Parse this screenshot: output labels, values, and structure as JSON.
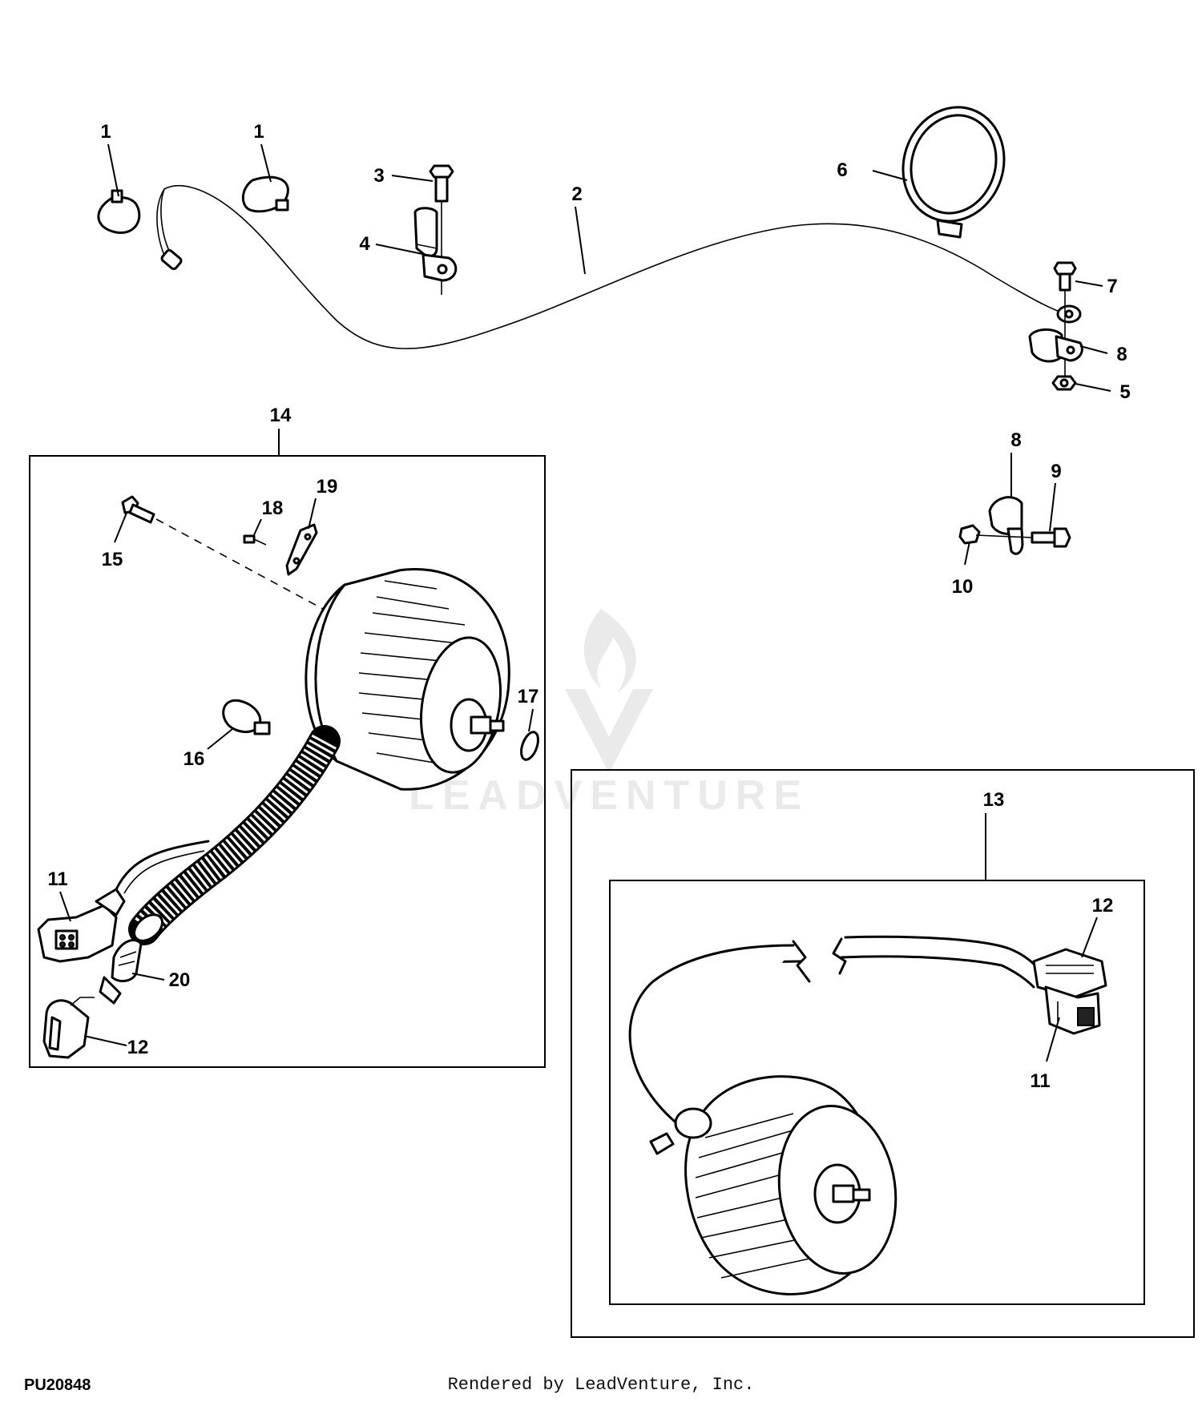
{
  "diagram": {
    "figure_id": "PU20848",
    "render_credit": "Rendered by LeadVenture, Inc.",
    "watermark": "LEADVENTURE",
    "callouts": {
      "c1a": "1",
      "c1b": "1",
      "c2": "2",
      "c3": "3",
      "c4": "4",
      "c5": "5",
      "c6": "6",
      "c7": "7",
      "c8a": "8",
      "c8b": "8",
      "c9": "9",
      "c10": "10",
      "c11a": "11",
      "c11b": "11",
      "c12a": "12",
      "c12b": "12",
      "c13": "13",
      "c14": "14",
      "c15": "15",
      "c16": "16",
      "c17": "17",
      "c18": "18",
      "c19": "19",
      "c20": "20"
    }
  }
}
